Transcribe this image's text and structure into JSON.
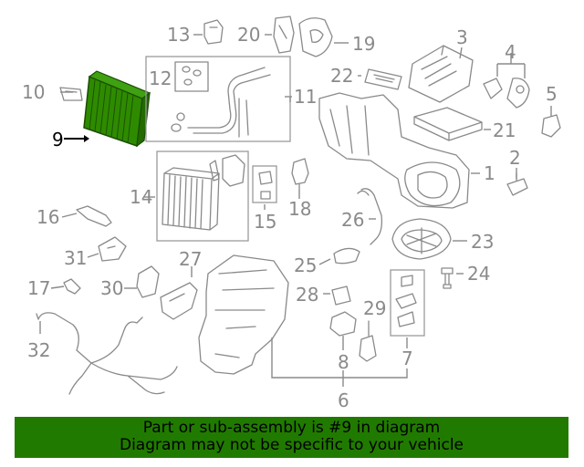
{
  "highlighted_part": "9",
  "colors": {
    "banner": "#217a00",
    "part_highlight": "#2e8b00",
    "line_gray": "#8a8a8a"
  },
  "callouts": {
    "c1": "1",
    "c2": "2",
    "c3": "3",
    "c4": "4",
    "c5": "5",
    "c6": "6",
    "c7": "7",
    "c8": "8",
    "c9": "9",
    "c10": "10",
    "c11": "11",
    "c12": "12",
    "c13": "13",
    "c14": "14",
    "c15": "15",
    "c16": "16",
    "c17": "17",
    "c18": "18",
    "c19": "19",
    "c20": "20",
    "c21": "21",
    "c22": "22",
    "c23": "23",
    "c24": "24",
    "c25": "25",
    "c26": "26",
    "c27": "27",
    "c28": "28",
    "c29": "29",
    "c30": "30",
    "c31": "31",
    "c32": "32"
  },
  "banner": {
    "line1": "Part or sub-assembly is #9 in diagram",
    "line2": "Diagram may not be specific to your vehicle"
  }
}
